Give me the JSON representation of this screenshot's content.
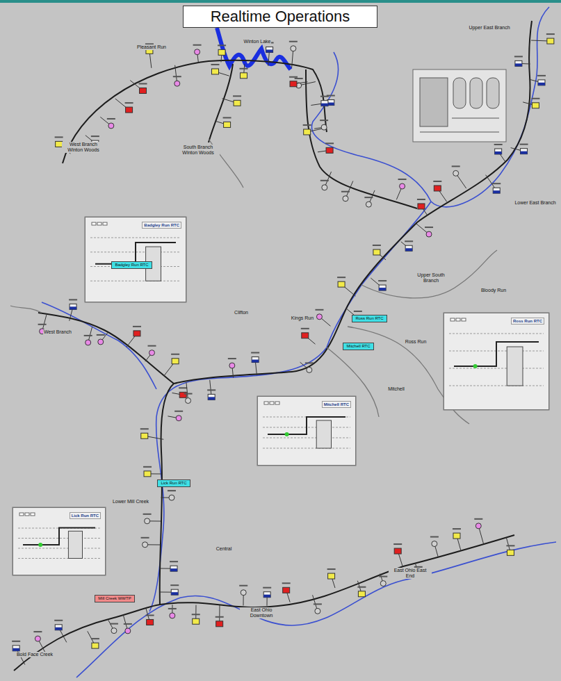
{
  "diagram": {
    "title": "Realtime Operations",
    "nodes": [
      {
        "text": [
          "Badgley Run RTC"
        ]
      },
      {
        "text": [
          "Ross Run RTC"
        ]
      },
      {
        "text": [
          "Mitchell RTC"
        ]
      },
      {
        "text": [
          "Lick Run RTC"
        ]
      },
      {
        "text": [
          "Badgley Run RTC"
        ]
      },
      {
        "text": [
          "Ross Run RTC"
        ]
      },
      {
        "text": [
          "Mitchell RTC"
        ]
      },
      {
        "text": [
          "Lick Run RTC"
        ]
      },
      {
        "text": [
          "Mill Creek WWTP"
        ]
      }
    ],
    "labels": [
      "Pleasant Run",
      "Winton Lake",
      "Upper East Branch",
      "West Branch Winton Woods",
      "South Branch Winton Woods",
      "Lower East Branch",
      "Upper South Branch",
      "Bloody Run",
      "West Branch",
      "Clifton",
      "Kings Run",
      "Ross Run",
      "Mitchell",
      "Lower Mill Creek",
      "Central",
      "East Ohio East End",
      "East Ohio Downtown",
      "Bold Face Creek"
    ]
  }
}
